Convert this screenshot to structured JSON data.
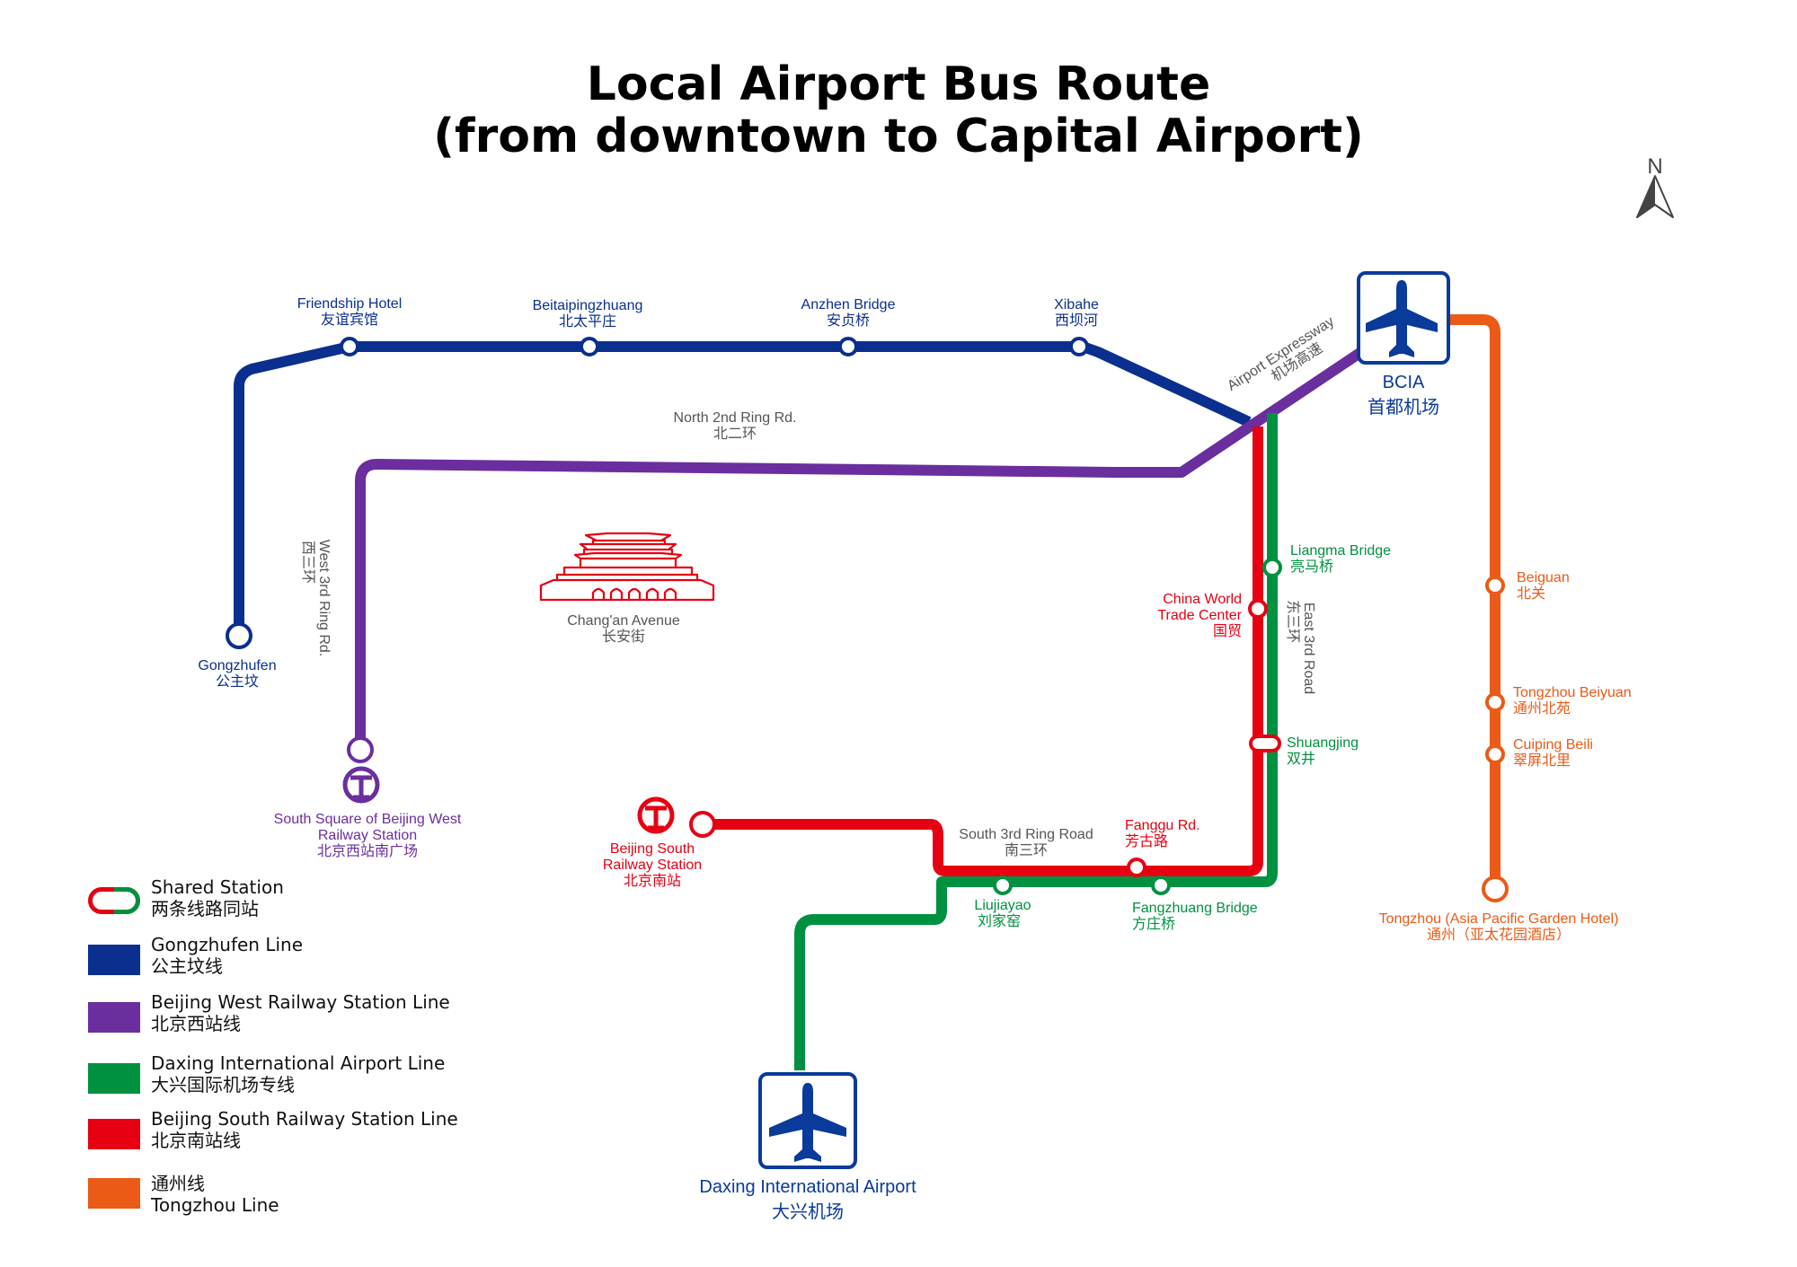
{
  "title": {
    "line1": "Local Airport Bus Route",
    "line2": "(from downtown to Capital Airport)"
  },
  "compass": {
    "label": "N",
    "icon": "north-arrow-icon"
  },
  "colors": {
    "gongzhufen": "#0a2f8f",
    "beijing_west": "#6b2e9e",
    "daxing": "#009140",
    "beijing_south": "#e60012",
    "tongzhou": "#eb5a16",
    "road_label": "#555555",
    "airport_box": "#0a3a9a"
  },
  "roads": {
    "north_2nd": {
      "en": "North 2nd Ring Rd.",
      "zh": "北二环"
    },
    "west_3rd": {
      "en": "West 3rd Ring Rd.",
      "zh": "西三环"
    },
    "east_3rd": {
      "en": "East 3rd Road",
      "zh": "东三环"
    },
    "south_3rd": {
      "en": "South 3rd Ring Road",
      "zh": "南三环"
    },
    "changan": {
      "en": "Chang'an Avenue",
      "zh": "长安街"
    },
    "airport_expressway": {
      "en": "Airport Expressway",
      "zh": "机场高速"
    }
  },
  "stations": {
    "friendship_hotel": {
      "en": "Friendship Hotel",
      "zh": "友谊宾馆"
    },
    "beitaipingzhuang": {
      "en": "Beitaipingzhuang",
      "zh": "北太平庄"
    },
    "anzhen_bridge": {
      "en": "Anzhen Bridge",
      "zh": "安贞桥"
    },
    "xibahe": {
      "en": "Xibahe",
      "zh": "西坝河"
    },
    "gongzhufen": {
      "en": "Gongzhufen",
      "zh": "公主坟"
    },
    "bcia": {
      "en": "BCIA",
      "zh": "首都机场"
    },
    "beijing_west": {
      "en1": "South Square of Beijing West",
      "en2": "Railway Station",
      "zh": "北京西站南广场"
    },
    "beijing_south": {
      "en1": "Beijing South",
      "en2": "Railway Station",
      "zh": "北京南站"
    },
    "liangma_bridge": {
      "en": "Liangma Bridge",
      "zh": "亮马桥"
    },
    "china_world": {
      "en1": "China World",
      "en2": "Trade Center",
      "zh": "国贸"
    },
    "shuangjing": {
      "en": "Shuangjing",
      "zh": "双井"
    },
    "fanggu_rd": {
      "en": "Fanggu Rd.",
      "zh": "芳古路"
    },
    "liujiayao": {
      "en": "Liujiayao",
      "zh": "刘家窑"
    },
    "fangzhuang_bridge": {
      "en": "Fangzhuang Bridge",
      "zh": "方庄桥"
    },
    "daxing_airport": {
      "en": "Daxing International Airport",
      "zh": "大兴机场"
    },
    "beiguan": {
      "en": "Beiguan",
      "zh": "北关"
    },
    "tongzhou_beiyuan": {
      "en": "Tongzhou Beiyuan",
      "zh": "通州北苑"
    },
    "cuiping_beili": {
      "en": "Cuiping Beili",
      "zh": "翠屏北里"
    },
    "tongzhou_terminal": {
      "en": "Tongzhou (Asia Pacific Garden Hotel)",
      "zh": "通州（亚太花园酒店）"
    }
  },
  "legend": [
    {
      "key": "shared",
      "line1": "Shared Station",
      "line2": "两条线路同站",
      "color": "#e60012",
      "icon": "shared-station-icon"
    },
    {
      "key": "gongzhufen",
      "line1": "Gongzhufen Line",
      "line2": "公主坟线",
      "color": "#0a2f8f"
    },
    {
      "key": "beijing_west",
      "line1": "Beijing West Railway Station Line",
      "line2": "北京西站线",
      "color": "#6b2e9e"
    },
    {
      "key": "daxing",
      "line1": "Daxing International Airport Line",
      "line2": "大兴国际机场专线",
      "color": "#009140"
    },
    {
      "key": "beijing_south",
      "line1": "Beijing South Railway Station Line",
      "line2": "北京南站线",
      "color": "#e60012"
    },
    {
      "key": "tongzhou",
      "line1": "通州线",
      "line2": "Tongzhou Line",
      "color": "#eb5a16"
    }
  ]
}
